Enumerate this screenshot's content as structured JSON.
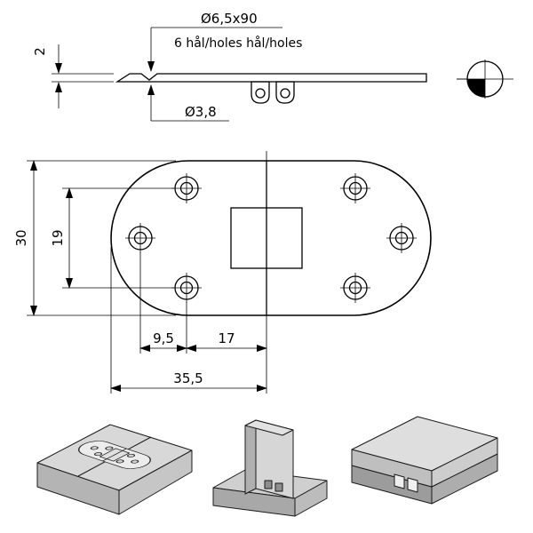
{
  "drawing_type": "hinge-dimension-drawing",
  "side_view": {
    "hole_spec": "Ø6,5x90",
    "holes_note": "6 hål/holes hål/holes",
    "thickness": "2",
    "hole_dia": "Ø3,8"
  },
  "top_view": {
    "height": "30",
    "hole_spacing": "19",
    "hole_offset": "9,5",
    "center_dist": "17",
    "half_length": "35,5"
  },
  "colors": {
    "line": "#000000",
    "body_fill": "#f5f5f5",
    "gray_light": "#dedede",
    "gray_mid": "#bfbfbf",
    "gray_dark": "#9c9c9c",
    "background": "#ffffff"
  }
}
